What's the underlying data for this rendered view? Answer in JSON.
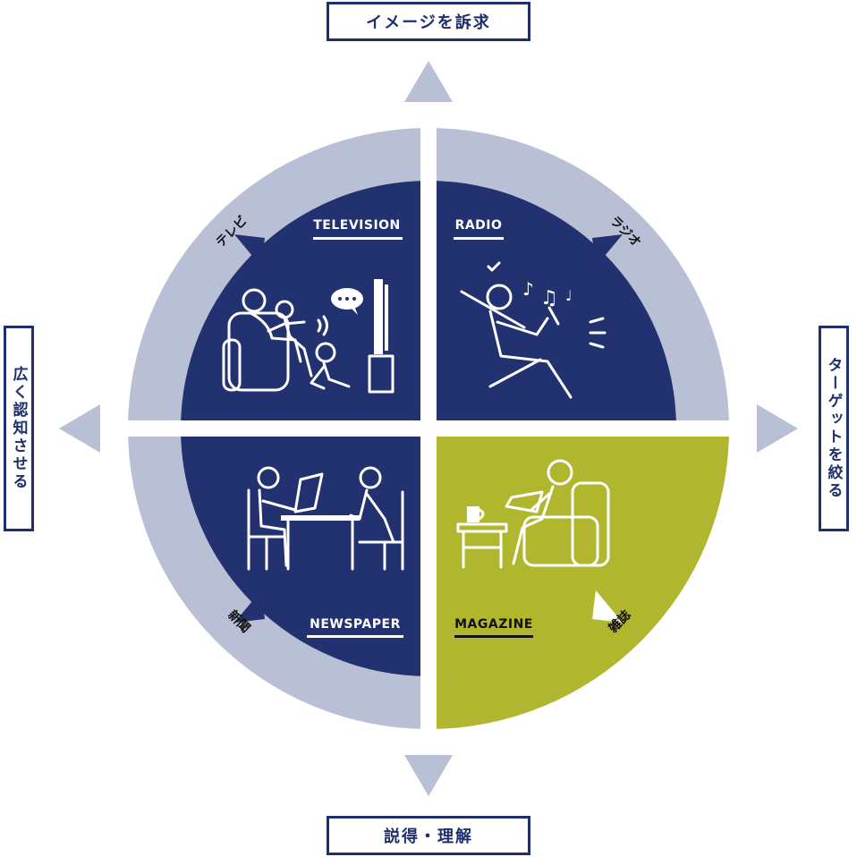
{
  "axes": {
    "top": "イメージを訴求",
    "bottom": "説得・理解",
    "left": "広く認知させる",
    "right": "ターゲットを絞る"
  },
  "quadrants": {
    "television": {
      "title": "TELEVISION",
      "ring_label": "テレビ"
    },
    "radio": {
      "title": "RADIO",
      "ring_label": "ラジオ"
    },
    "newspaper": {
      "title": "NEWSPAPER",
      "ring_label": "新聞"
    },
    "magazine": {
      "title": "MAGAZINE",
      "ring_label": "雑誌"
    }
  },
  "colors": {
    "navy": "#223170",
    "ring": "#b9c0d5",
    "highlight": "#b0b72f",
    "border": "#1f2f6b"
  }
}
